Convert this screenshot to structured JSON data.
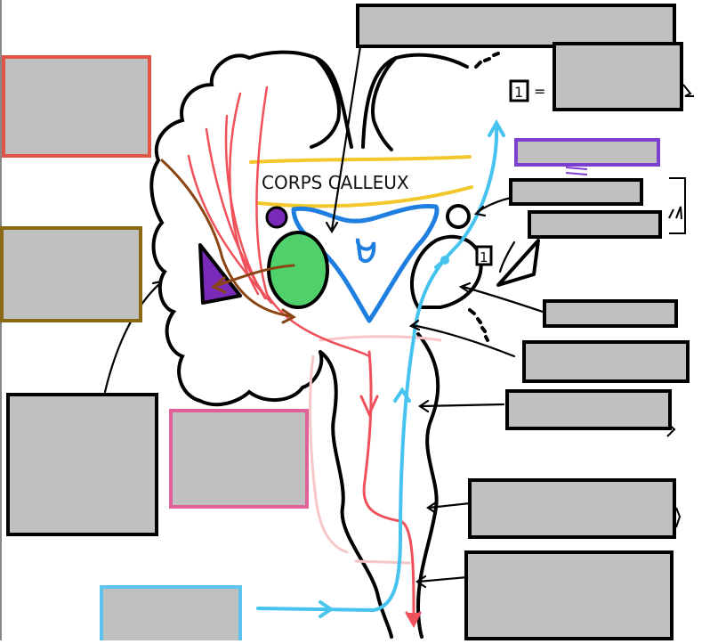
{
  "diagram": {
    "label_corps_calleux": "CORPS CALLEUX",
    "legend_marker_1": "1",
    "legend_equals": "=",
    "ventricle_marker_1": "1",
    "colors": {
      "border_red": "#e05545",
      "border_olive": "#8b6914",
      "border_black": "#000000",
      "border_pink": "#e0609a",
      "border_lightblue": "#5bc3ec",
      "border_purple": "#7d3fd0",
      "box_fill": "#c0c0c0",
      "corpus_callosum_yellow": "#f2c72a",
      "ventricle_blue": "#1f7fe0",
      "csf_flow_cyan": "#46c3ee",
      "descending_tract_red": "#f0505a",
      "brown_tract": "#8b4513",
      "thalamus_green": "#4fd06a",
      "nucleus_purple": "#7a2ab8",
      "pale_pink_tract": "#f7c6c6"
    }
  }
}
